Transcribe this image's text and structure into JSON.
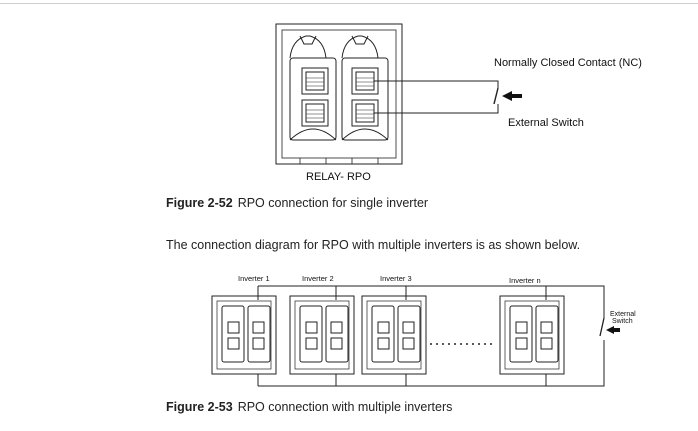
{
  "figure1": {
    "nc_label": "Normally Closed Contact (NC)",
    "switch_label": "External Switch",
    "relay_label": "RELAY- RPO",
    "caption_number": "Figure 2-52",
    "caption_text": "RPO connection for single inverter"
  },
  "paragraph": "The connection diagram for RPO with multiple inverters is as shown below.",
  "figure2": {
    "inverters": [
      "Inverter 1",
      "Inverter 2",
      "Inverter 3",
      "Inverter n"
    ],
    "switch_label_line1": "External",
    "switch_label_line2": "Switch",
    "caption_number": "Figure 2-53",
    "caption_text": "RPO connection with multiple inverters"
  }
}
